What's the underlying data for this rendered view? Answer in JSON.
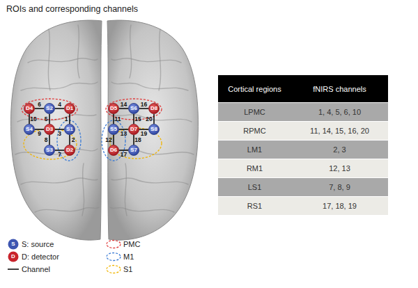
{
  "diagram": {
    "title": "ROIs and corresponding channels",
    "nodes": [
      {
        "text": [
          "D4"
        ]
      },
      {
        "text": [
          "S2"
        ]
      },
      {
        "text": [
          "D1"
        ]
      },
      {
        "text": [
          "D5"
        ]
      },
      {
        "text": [
          "S6"
        ]
      },
      {
        "text": [
          "D8"
        ]
      },
      {
        "text": [
          "S4"
        ]
      },
      {
        "text": [
          "D3"
        ]
      },
      {
        "text": [
          "S1"
        ]
      },
      {
        "text": [
          "S5"
        ]
      },
      {
        "text": [
          "D7"
        ]
      },
      {
        "text": [
          "S8"
        ]
      },
      {
        "text": [
          "S3"
        ]
      },
      {
        "text": [
          "D2"
        ]
      },
      {
        "text": [
          "D6"
        ]
      },
      {
        "text": [
          "S7"
        ]
      }
    ],
    "edges": [
      {
        "from": 2,
        "to": 8,
        "arrow": "none",
        "label": "1"
      },
      {
        "from": 8,
        "to": 13,
        "arrow": "none",
        "label": "2"
      },
      {
        "from": 7,
        "to": 8,
        "arrow": "none",
        "label": "3"
      },
      {
        "from": 1,
        "to": 2,
        "arrow": "none",
        "label": "4"
      },
      {
        "from": 1,
        "to": 7,
        "arrow": "none",
        "label": "5"
      },
      {
        "from": 0,
        "to": 1,
        "arrow": "none",
        "label": "6"
      },
      {
        "from": 12,
        "to": 13,
        "arrow": "none",
        "label": "7"
      },
      {
        "from": 7,
        "to": 12,
        "arrow": "none",
        "label": "8"
      },
      {
        "from": 6,
        "to": 7,
        "arrow": "none",
        "label": "9"
      },
      {
        "from": 0,
        "to": 6,
        "arrow": "none",
        "label": "10"
      },
      {
        "from": 3,
        "to": 9,
        "arrow": "none",
        "label": "11"
      },
      {
        "from": 9,
        "to": 14,
        "arrow": "none",
        "label": "12"
      },
      {
        "from": 9,
        "to": 10,
        "arrow": "none",
        "label": "13"
      },
      {
        "from": 3,
        "to": 4,
        "arrow": "none",
        "label": "14"
      },
      {
        "from": 4,
        "to": 10,
        "arrow": "none",
        "label": "15"
      },
      {
        "from": 4,
        "to": 5,
        "arrow": "none",
        "label": "16"
      },
      {
        "from": 14,
        "to": 15,
        "arrow": "none",
        "label": "17"
      },
      {
        "from": 10,
        "to": 15,
        "arrow": "none",
        "label": "18"
      },
      {
        "from": 10,
        "to": 11,
        "arrow": "none",
        "label": "19"
      },
      {
        "from": 5,
        "to": 11,
        "arrow": "none",
        "label": "20"
      }
    ],
    "labels": [
      "Cortical regions",
      "fNIRS channels",
      "LPMC",
      "1, 4, 5, 6, 10",
      "RPMC",
      "11, 14, 15, 16, 20",
      "LM1",
      "2, 3",
      "RM1",
      "12, 13",
      "LS1",
      "7, 8, 9",
      "RS1",
      "17, 18, 19",
      "S",
      "D"
    ],
    "legend": [
      {
        "text": "S: source",
        "color": "#3d55b0"
      },
      {
        "text": "D: detector",
        "color": "#c8232c"
      },
      {
        "text": "Channel"
      },
      {
        "text": "PMC"
      },
      {
        "text": "M1"
      },
      {
        "text": "S1"
      }
    ]
  }
}
